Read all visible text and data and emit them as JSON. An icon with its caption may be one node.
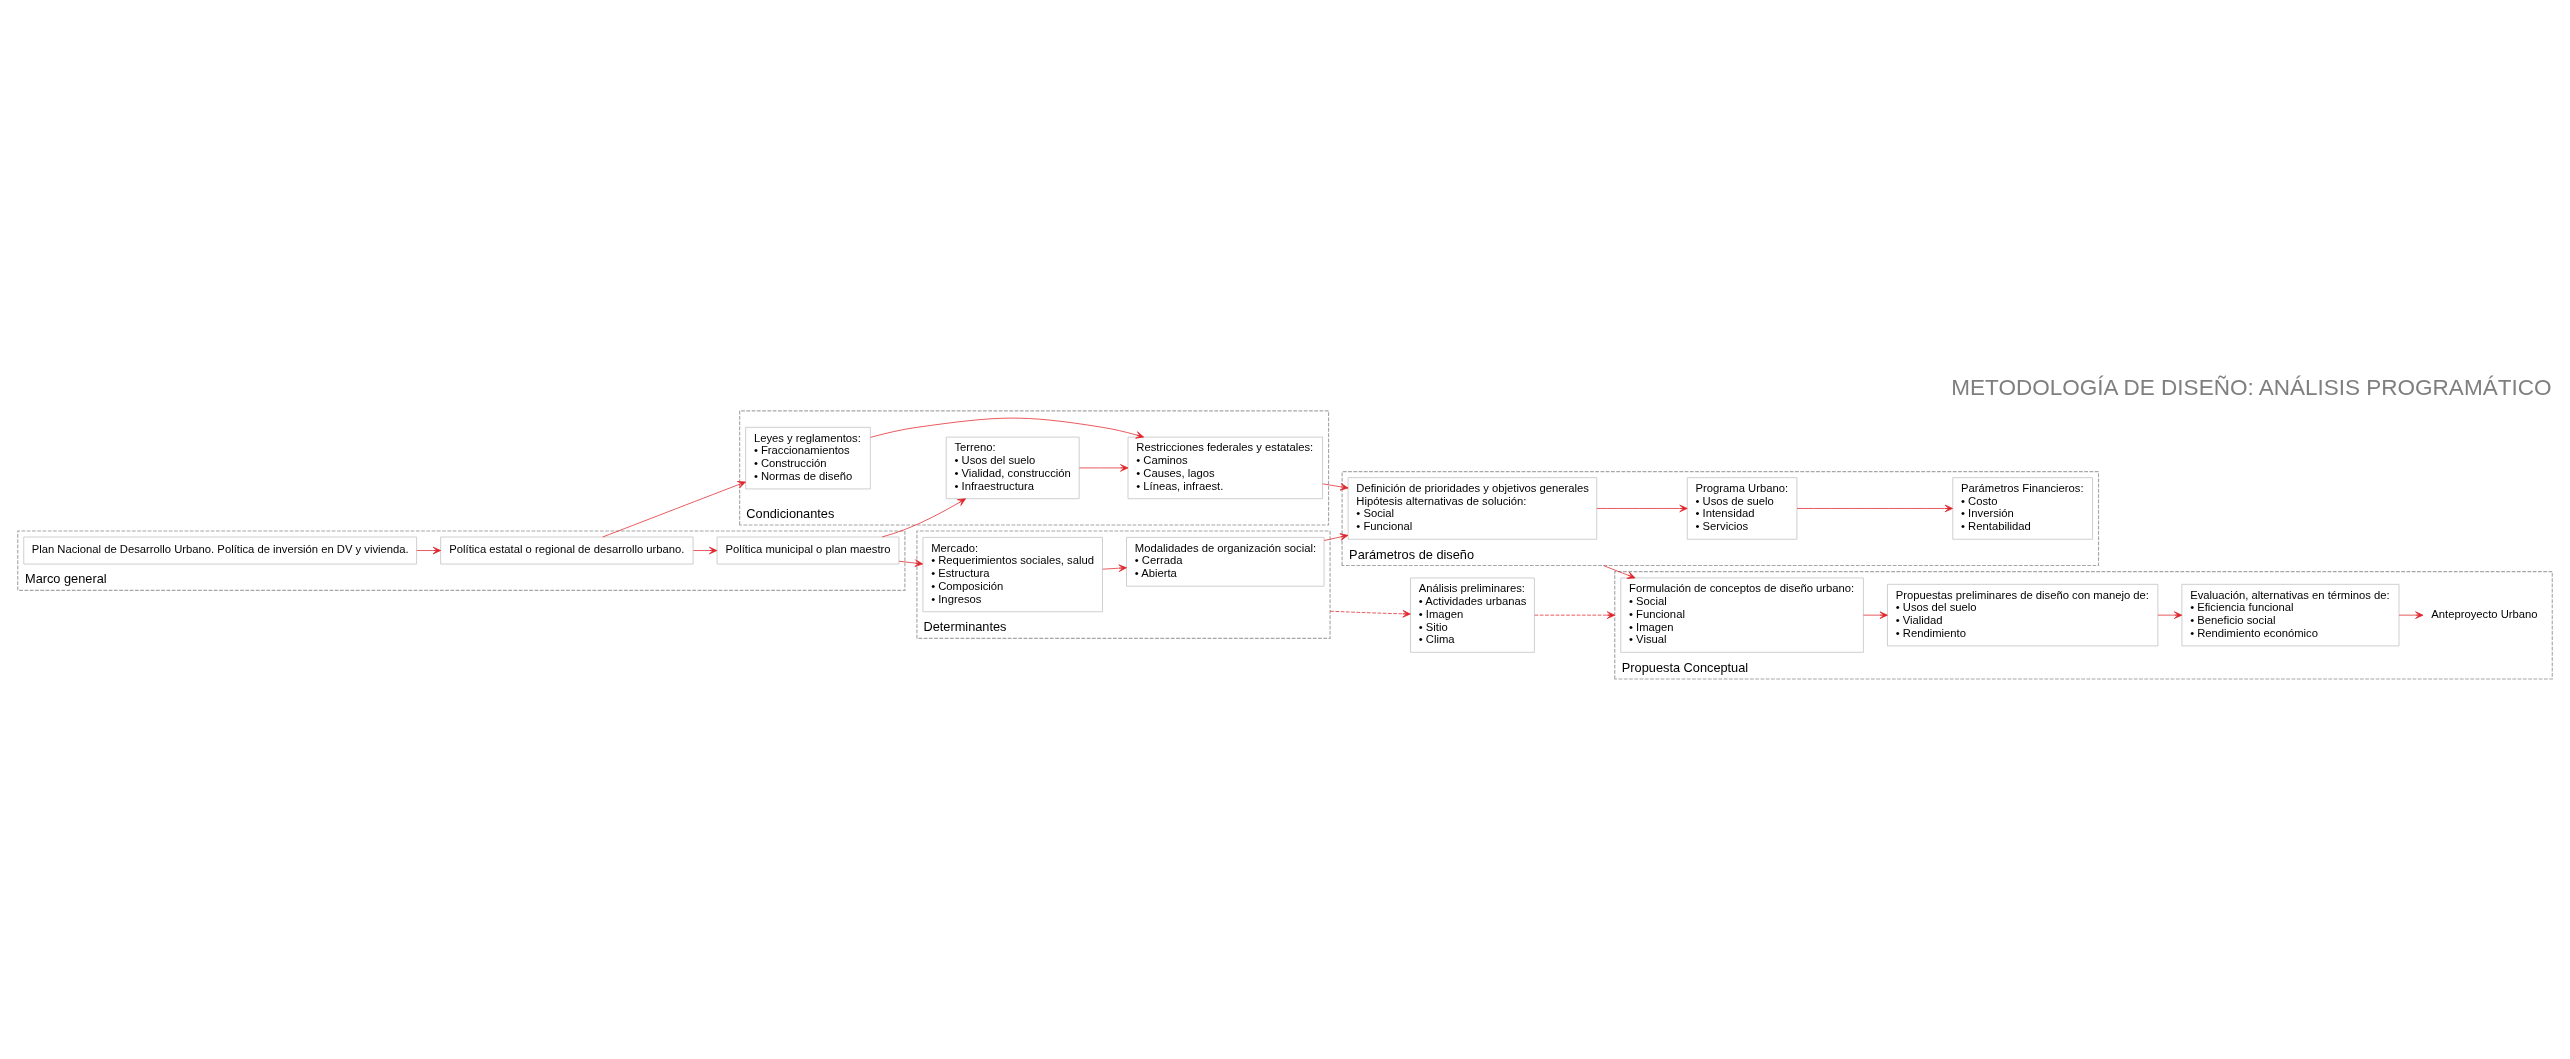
{
  "diagram": {
    "title": "METODOLOGÍA DE DISEÑO: ANÁLISIS PROGRAMÁTICO",
    "nodes": [
      {
        "text": [
          "Marco general"
        ]
      },
      {
        "text": [
          "Plan Nacional de Desarrollo Urbano. Política de inversión en DV y vivienda."
        ],
        "in": 0
      },
      {
        "text": [
          "Política estatal o regional de desarrollo urbano."
        ],
        "in": 0
      },
      {
        "text": [
          "Política municipal o plan maestro"
        ],
        "in": 0
      },
      {
        "text": [
          "Determinantes"
        ]
      },
      {
        "text": [
          "Mercado:",
          "• Requerimientos sociales, salud",
          "• Estructura",
          "• Composición",
          "• Ingresos"
        ],
        "in": 4
      },
      {
        "text": [
          "Modalidades de organización social:",
          "• Cerrada",
          "• Abierta"
        ],
        "in": 4
      },
      {
        "text": [
          "Condicionantes"
        ]
      },
      {
        "text": [
          "Terreno:",
          "• Usos del suelo",
          "• Vialidad, construcción",
          "• Infraestructura"
        ],
        "in": 7
      },
      {
        "text": [
          "Leyes y reglamentos:",
          "• Fraccionamientos",
          "• Construcción",
          "• Normas de diseño"
        ],
        "in": 7
      },
      {
        "text": [
          "Restricciones federales y estatales:",
          "• Caminos",
          "• Causes, lagos",
          "• Líneas, infraest."
        ],
        "in": 7
      },
      {
        "text": [
          "Parámetros de diseño"
        ]
      },
      {
        "text": [
          "Definición de prioridades y objetivos generales",
          "Hipótesis alternativas de solución:",
          "• Social",
          "• Funcional"
        ],
        "in": 11
      },
      {
        "text": [
          "Programa Urbano:",
          "• Usos de suelo",
          "• Intensidad",
          "• Servicios"
        ],
        "in": 11
      },
      {
        "text": [
          "Parámetros Financieros:",
          "• Costo",
          "• Inversión",
          "• Rentabilidad"
        ],
        "in": 11
      },
      {
        "text": [
          "Propuesta Conceptual"
        ]
      },
      {
        "text": [
          "Formulación de conceptos de diseño urbano:",
          "• Social",
          "• Funcional",
          "• Imagen",
          "• Visual"
        ],
        "in": 15
      },
      {
        "text": [
          "Propuestas preliminares de diseño con manejo de:",
          "• Usos del suelo",
          "• Vialidad",
          "• Rendimiento"
        ],
        "in": 15
      },
      {
        "text": [
          "Evaluación, alternativas en términos de:",
          "• Eficiencia funcional",
          "• Beneficio social",
          "• Rendimiento económico"
        ],
        "in": 15
      },
      {
        "text": [
          "Anteproyecto Urbano"
        ],
        "in": 15
      },
      {
        "text": [
          "Análisis preliminares:",
          "• Actividades urbanas",
          "• Imagen",
          "• Sitio",
          "• Clima"
        ]
      }
    ],
    "edges": [
      {
        "from": 1,
        "to": 2,
        "arrow": "to"
      },
      {
        "from": 2,
        "to": 3,
        "arrow": "to"
      },
      {
        "from": 2,
        "to": 9,
        "arrow": "to"
      },
      {
        "from": 3,
        "to": 8,
        "arrow": "to"
      },
      {
        "from": 3,
        "to": 5,
        "arrow": "to"
      },
      {
        "from": 5,
        "to": 6,
        "arrow": "to"
      },
      {
        "from": 8,
        "to": 10,
        "arrow": "to"
      },
      {
        "from": 9,
        "to": 10,
        "arrow": "to"
      },
      {
        "from": 6,
        "to": 12,
        "arrow": "to"
      },
      {
        "from": 10,
        "to": 12,
        "arrow": "to"
      },
      {
        "from": 12,
        "to": 13,
        "arrow": "to"
      },
      {
        "from": 13,
        "to": 14,
        "arrow": "to"
      },
      {
        "from": 11,
        "to": 16,
        "arrow": "to"
      },
      {
        "from": 16,
        "to": 17,
        "arrow": "to"
      },
      {
        "from": 17,
        "to": 18,
        "arrow": "to"
      },
      {
        "from": 18,
        "to": 19,
        "arrow": "to"
      },
      {
        "from": 4,
        "to": 20,
        "arrow": "to",
        "style": "dashed"
      },
      {
        "from": 20,
        "to": 15,
        "arrow": "to",
        "style": "dashed"
      }
    ]
  }
}
